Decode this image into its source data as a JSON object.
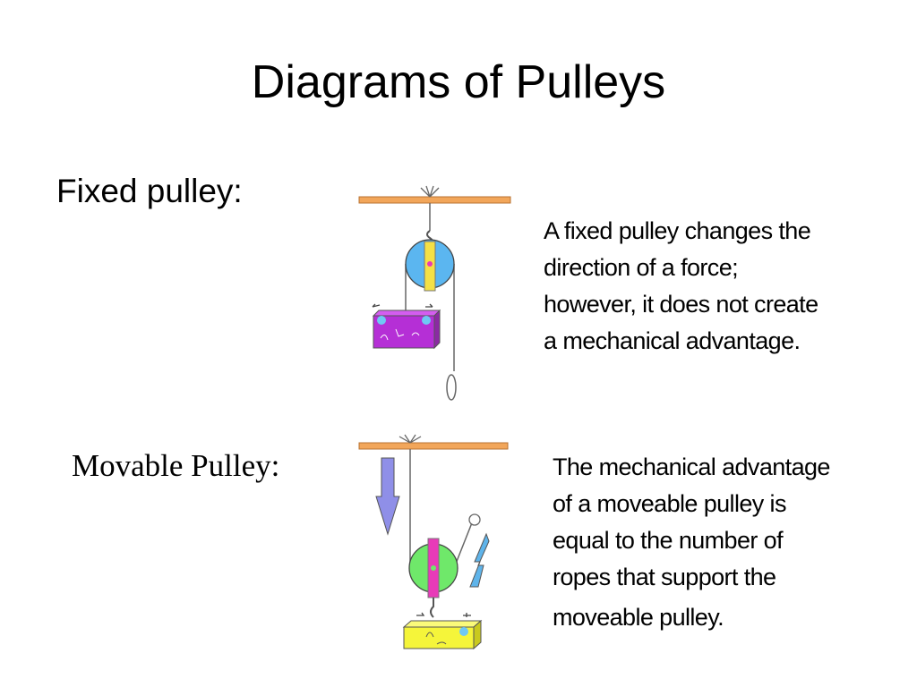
{
  "slide": {
    "title": "Diagrams of Pulleys"
  },
  "fixed": {
    "label": "Fixed pulley:",
    "description_lines": [
      "A fixed pulley changes the",
      "direction of a force;",
      "however, it does not create",
      "a mechanical advantage."
    ]
  },
  "movable": {
    "label": "Movable Pulley:",
    "description_lines": [
      "The mechanical advantage",
      "of a moveable pulley is",
      "equal to the number of",
      "ropes that support the",
      "moveable pulley."
    ]
  },
  "colors": {
    "ceiling": "#f2a65a",
    "fixed_wheel": "#5bb6f0",
    "fixed_axle_plate": "#f4e046",
    "fixed_load": "#b52fd6",
    "movable_wheel": "#6fe86a",
    "movable_axle_plate": "#e83ab8",
    "movable_load": "#f5f53a",
    "arrow": "#8f8fe8"
  }
}
